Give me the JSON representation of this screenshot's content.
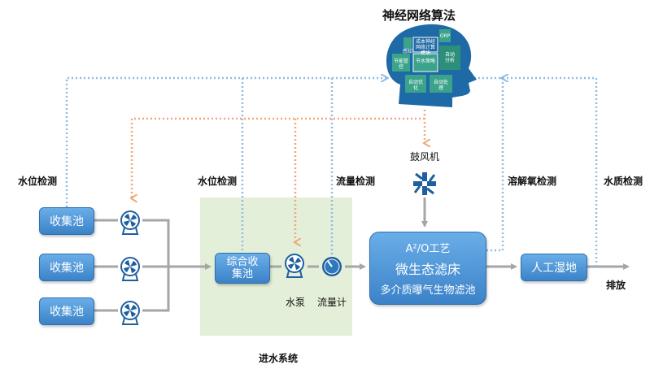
{
  "title": "神经网络算法",
  "labels": {
    "water_level_left": "水位检测",
    "water_level_mid": "水位检测",
    "flow_detect": "流量检测",
    "do_detect": "溶解氧检测",
    "quality_detect": "水质检测",
    "blower": "鼓风机",
    "pump": "水泵",
    "flowmeter": "流量计",
    "discharge": "排放",
    "inlet_system": "进水系统"
  },
  "boxes": {
    "collect_1": "收集池",
    "collect_2": "收集池",
    "collect_3": "收集池",
    "combined_l1": "综合收",
    "combined_l2": "集池",
    "process_l1": "A²/O工艺",
    "process_l2": "微生态滤床",
    "process_l3": "多介质曝气生物滤池",
    "wetland": "人工湿地"
  },
  "head": {
    "blocks": [
      "感知",
      "ORP",
      "成本神经网络计算模块",
      "节能管控",
      "节水策略",
      "自动分析",
      "自动优化",
      "自动处理"
    ]
  },
  "colors": {
    "box_blue": "#3b82c8",
    "dotted_blue": "#8fbde3",
    "dotted_orange": "#f0a878",
    "arrow_gray": "#a6a6a6",
    "inlet_bg": "#e3efd8",
    "head_green": "#3aa38a",
    "head_blue": "#1e6aa6",
    "icon_blue": "#1e5fa0"
  }
}
